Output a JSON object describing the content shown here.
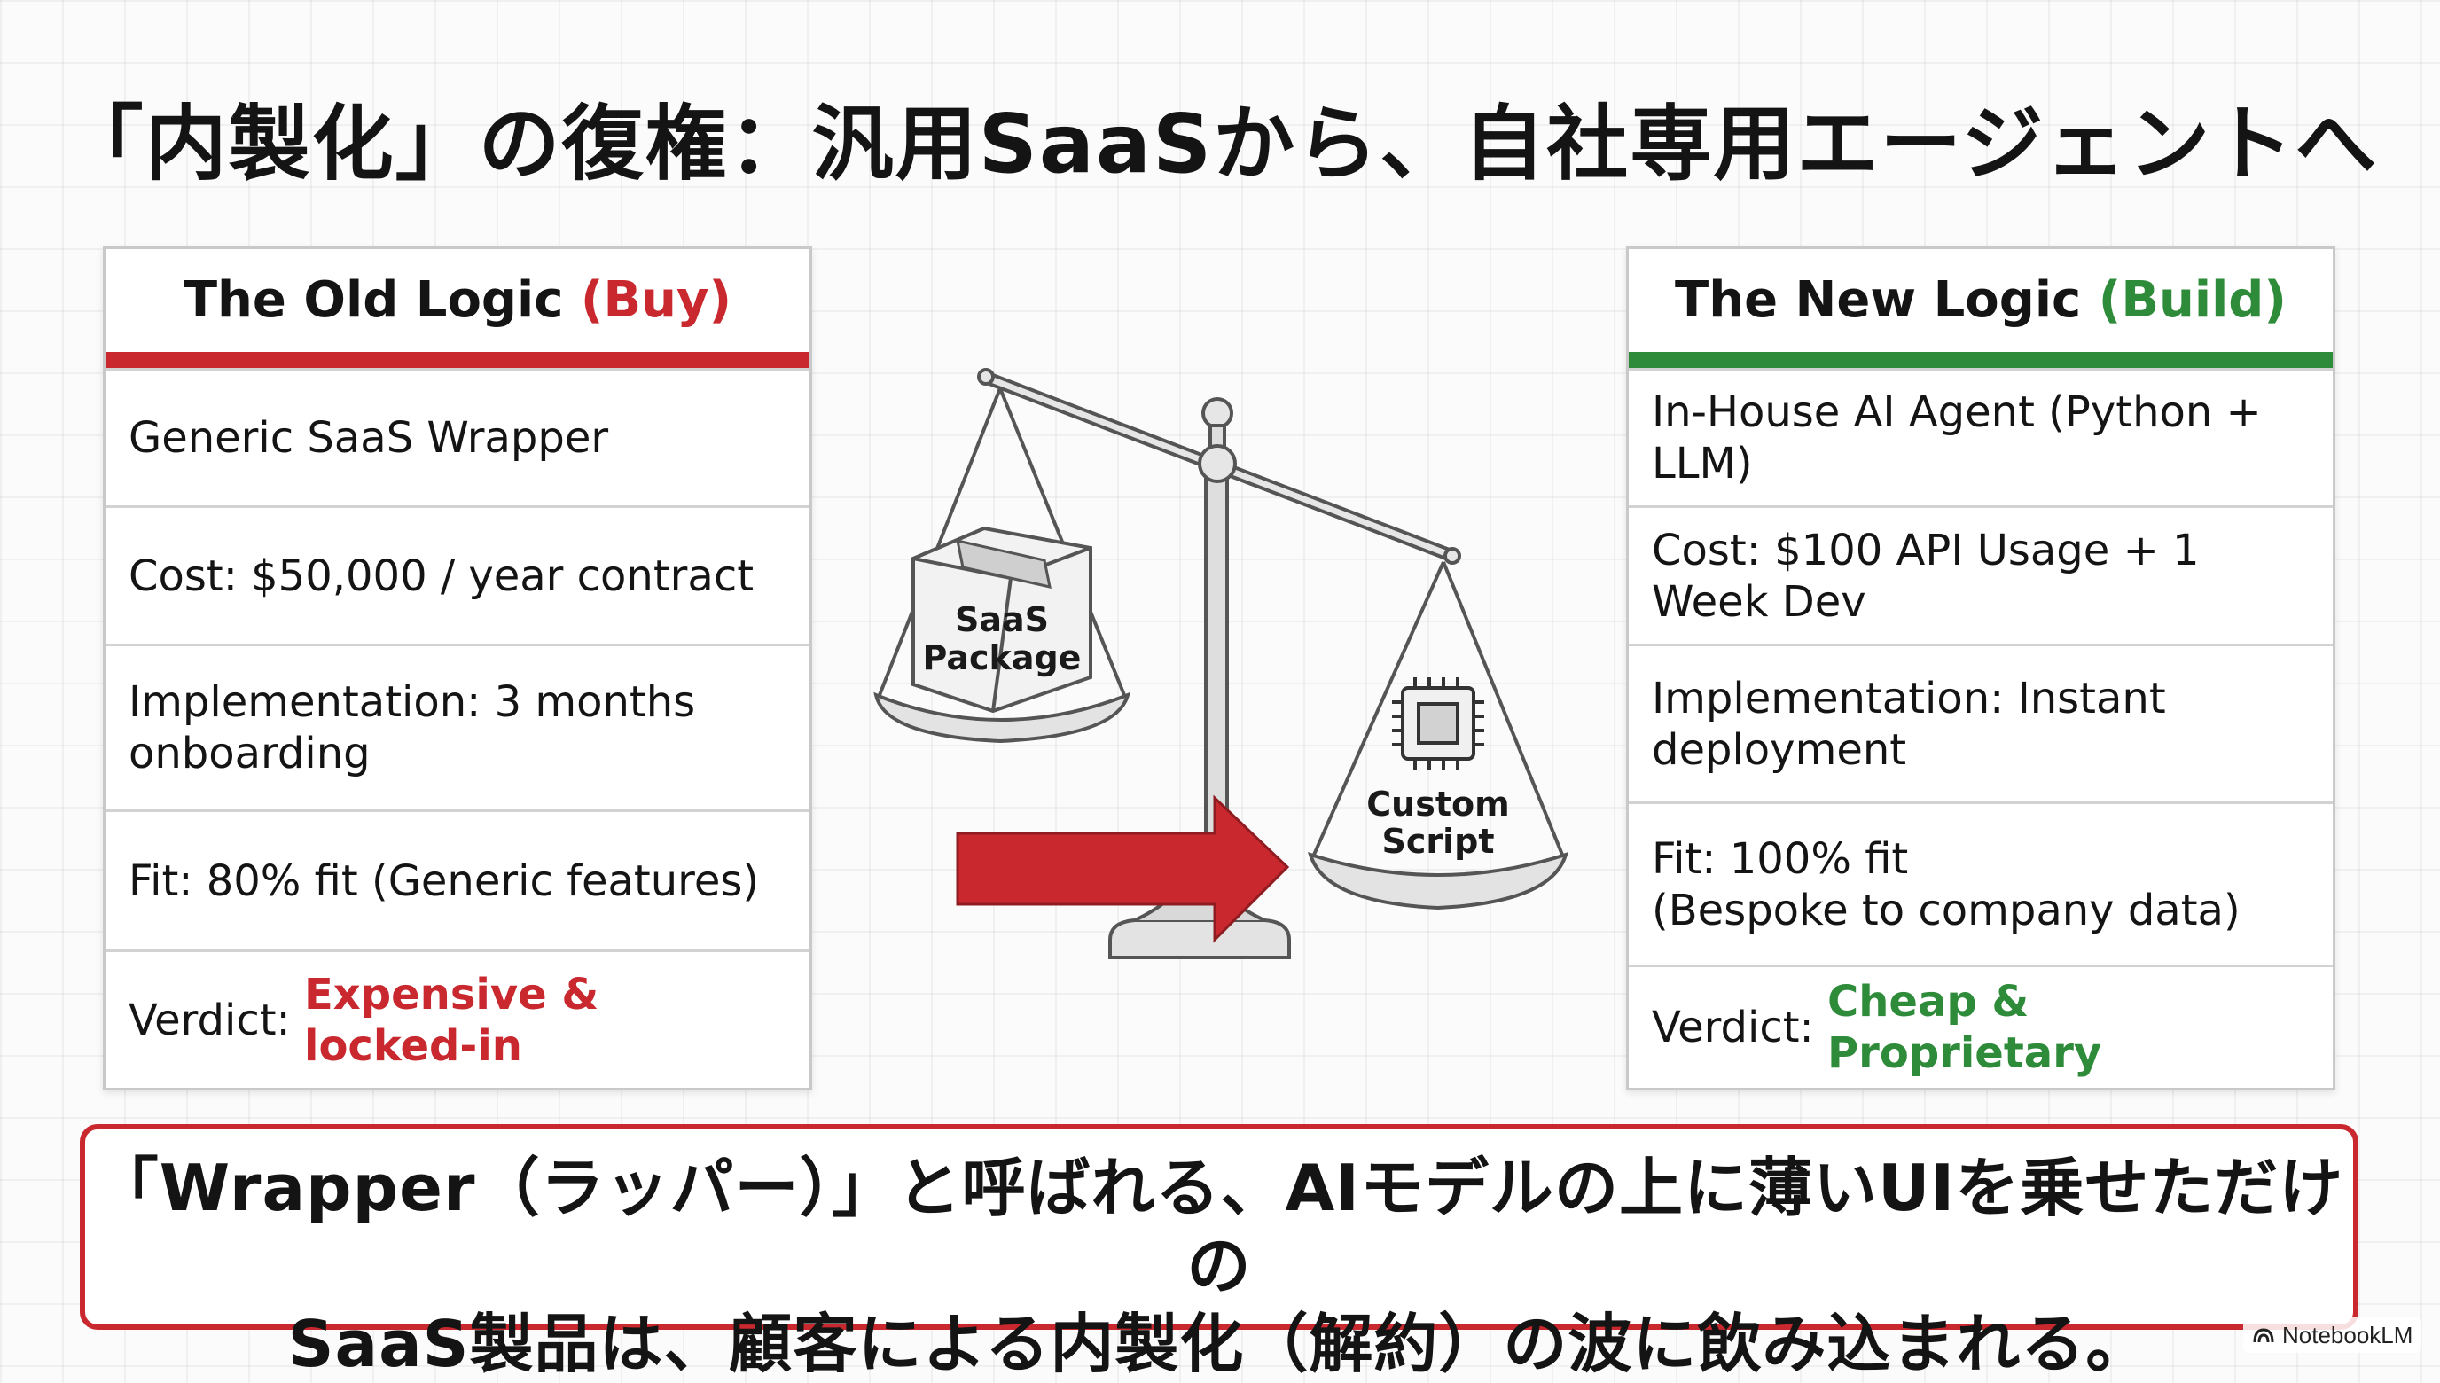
{
  "title": "「内製化」の復権：汎用SaaSから、自社専用エージェントへ",
  "old_logic": {
    "heading": "The Old Logic",
    "tag": "(Buy)",
    "rows": [
      "Generic SaaS Wrapper",
      "Cost: $50,000 / year contract",
      "Implementation: 3 months\nonboarding",
      "Fit: 80% fit (Generic features)"
    ],
    "verdict_label": "Verdict:",
    "verdict_value": "Expensive & locked-in"
  },
  "new_logic": {
    "heading": "The New Logic",
    "tag": "(Build)",
    "rows": [
      "In-House AI Agent (Python + LLM)",
      "Cost: $100 API Usage + 1 Week Dev",
      "Implementation: Instant\ndeployment",
      "Fit: 100% fit\n(Bespoke to company data)"
    ],
    "verdict_label": "Verdict:",
    "verdict_value": "Cheap & Proprietary"
  },
  "scale": {
    "left_pan_label_1": "SaaS",
    "left_pan_label_2": "Package",
    "right_pan_label_1": "Custom",
    "right_pan_label_2": "Script",
    "left_icon": "box-icon",
    "right_icon": "chip-icon",
    "arrow_icon": "right-arrow-icon"
  },
  "bottom_message": "「Wrapper（ラッパー）」と呼ばれる、AIモデルの上に薄いUIを乗せただけの\nSaaS製品は、顧客による内製化（解約）の波に飲み込まれる。",
  "badge": "NotebookLM",
  "colors": {
    "red": "#c8282e",
    "green": "#2e8b3a"
  }
}
